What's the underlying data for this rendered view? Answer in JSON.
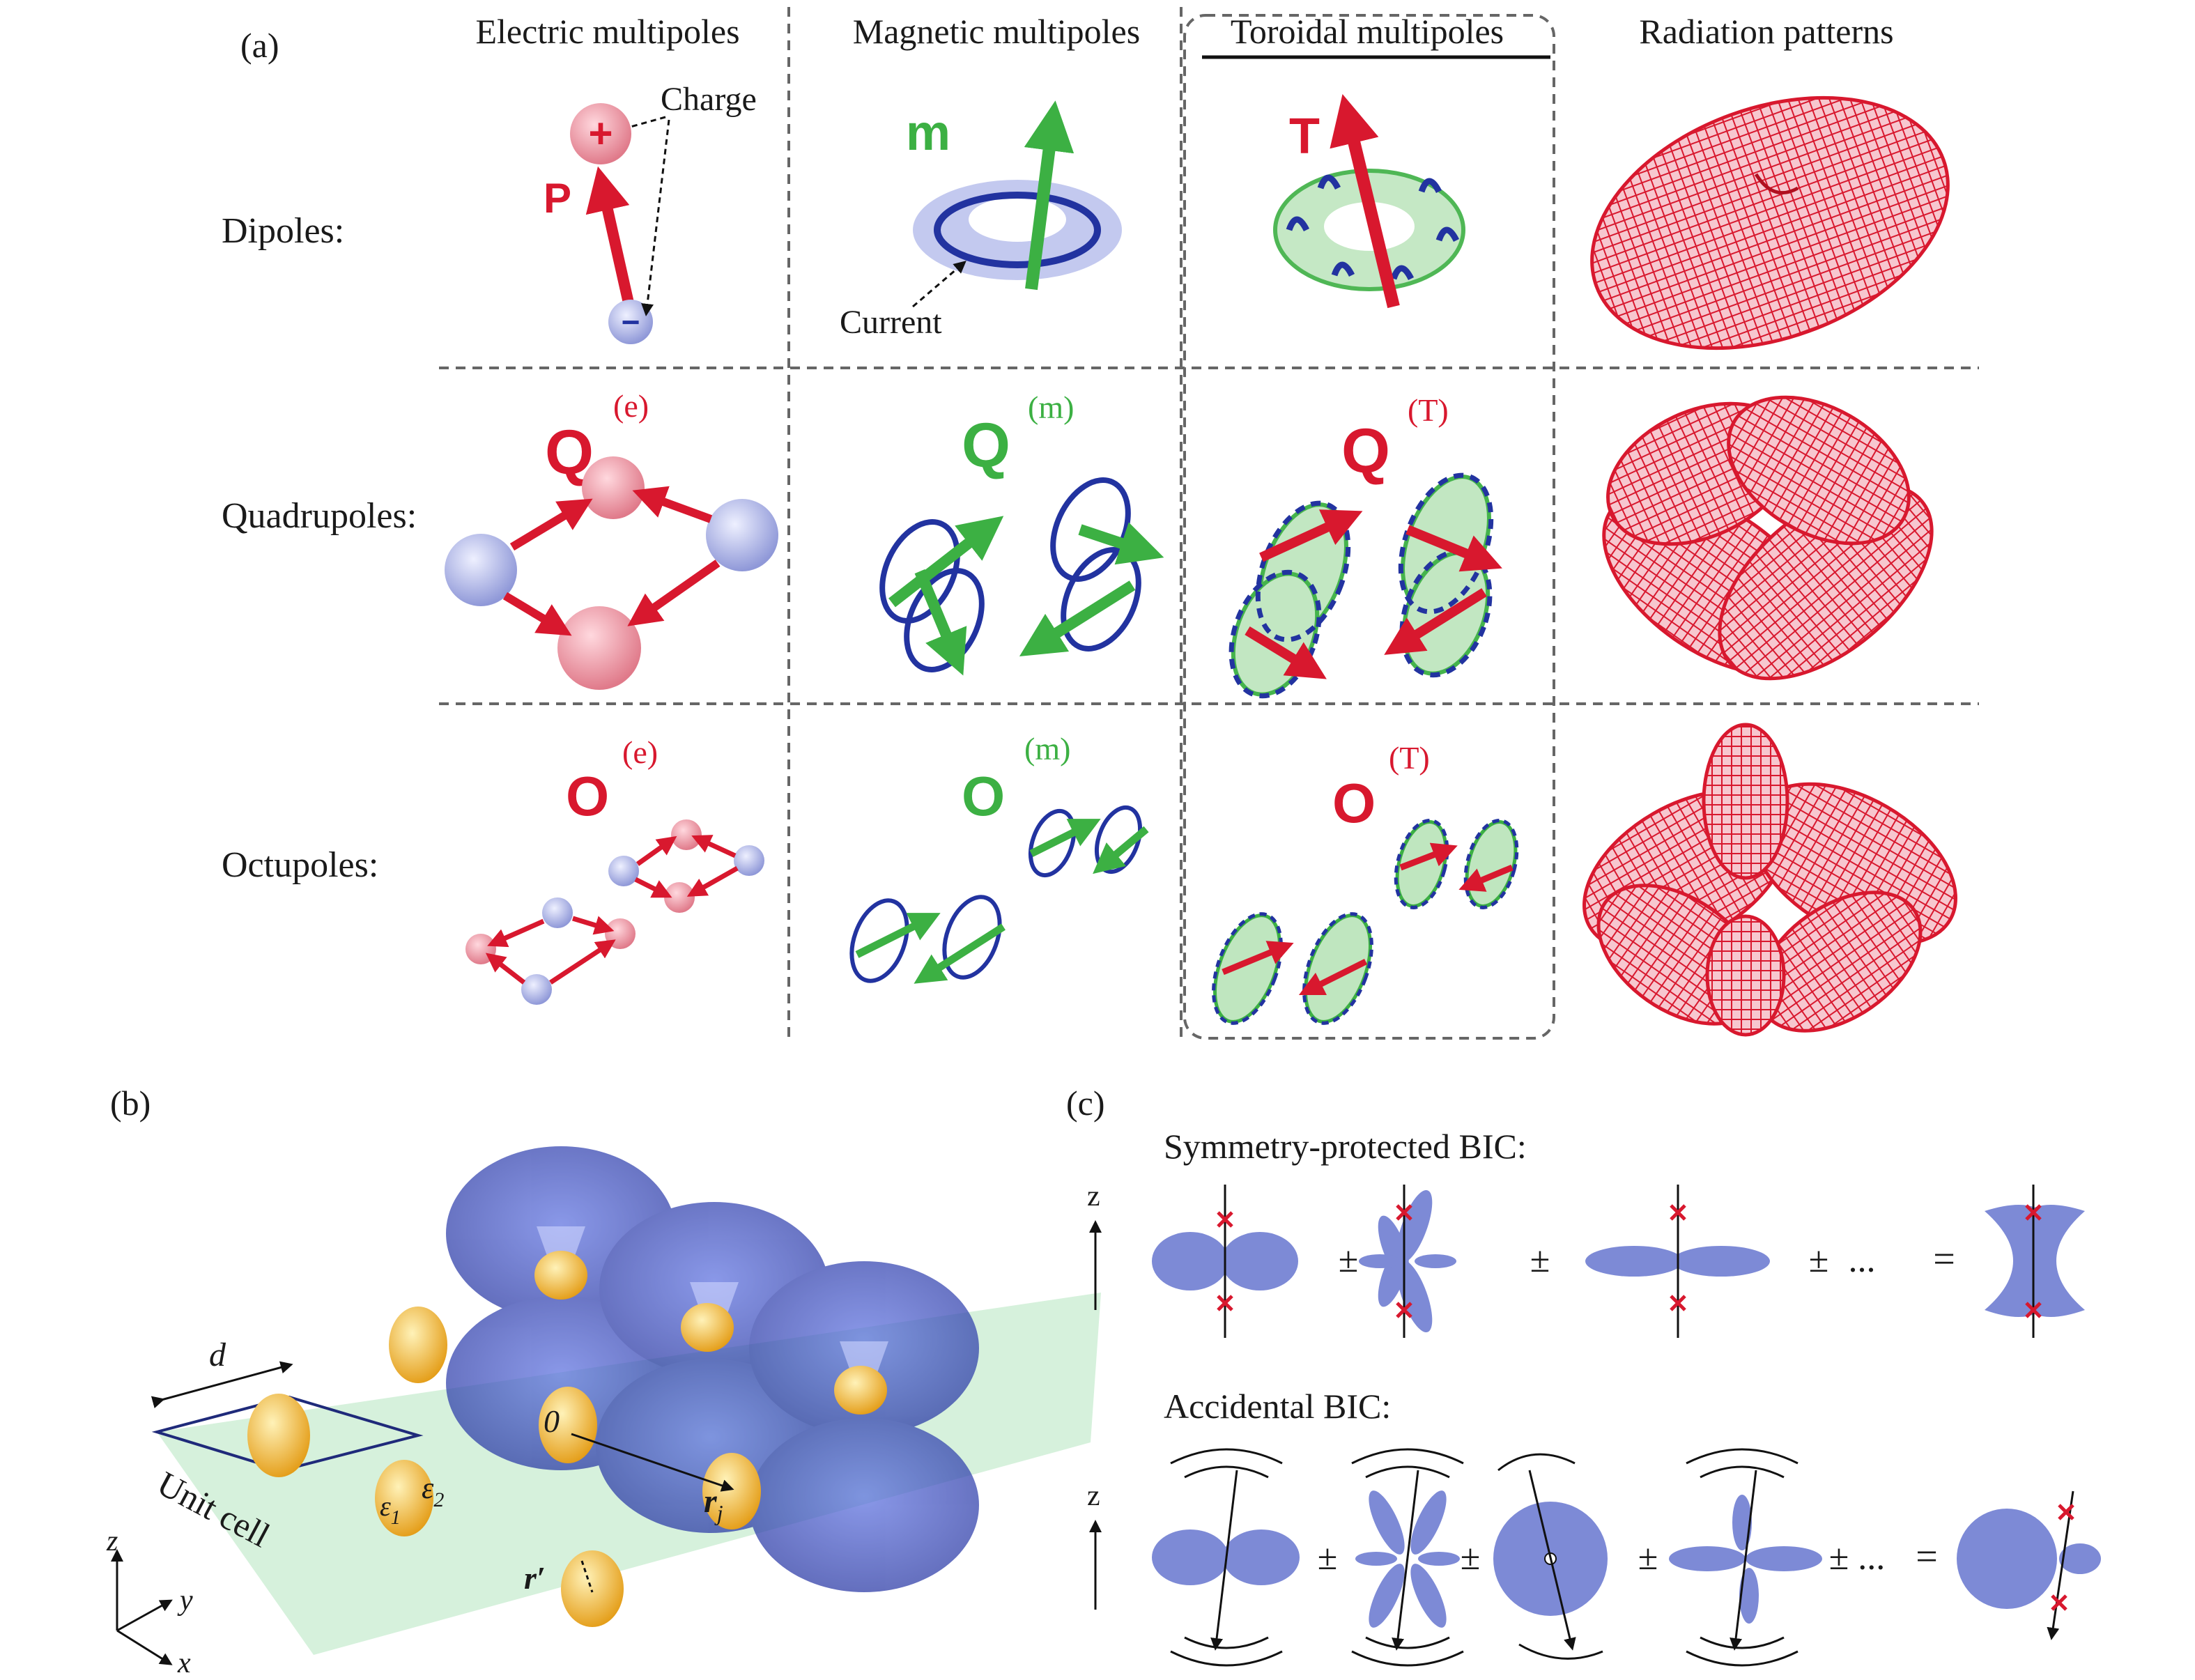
{
  "panel_a": {
    "label": "(a)",
    "columns": [
      "Electric multipoles",
      "Magnetic multipoles",
      "Toroidal multipoles",
      "Radiation patterns"
    ],
    "rows": [
      "Dipoles:",
      "Quadrupoles:",
      "Octupoles:"
    ],
    "annotations": {
      "charge": "Charge",
      "current": "Current"
    },
    "dipole_letters": {
      "electric": "P",
      "magnetic": "m",
      "toroidal": "T"
    },
    "quadrupole": {
      "letter": "Q",
      "electric_sup": "(e)",
      "magnetic_sup": "(m)",
      "toroidal_sup": "(T)"
    },
    "octupole": {
      "letter": "O",
      "electric_sup": "(e)",
      "magnetic_sup": "(m)",
      "toroidal_sup": "(T)"
    },
    "charge_signs": {
      "plus": "+",
      "minus": "−"
    }
  },
  "panel_b": {
    "label": "(b)",
    "d_label": "d",
    "unit_cell": "Unit cell",
    "eps1": "ε",
    "eps1_sub": "1",
    "eps2": "ε",
    "eps2_sub": "2",
    "origin": "0",
    "rj": "r",
    "rj_sub": "j",
    "rprime": "r′",
    "axes": {
      "z": "z",
      "y": "y",
      "x": "x"
    }
  },
  "panel_c": {
    "label": "(c)",
    "symmetry_title": "Symmetry-protected BIC:",
    "accidental_title": "Accidental BIC:",
    "z_label": "z",
    "pm": "±",
    "dots": "...",
    "eq": "=",
    "pm_dots": "± ..."
  },
  "colors": {
    "red": "#d8182e",
    "green": "#3cb043",
    "blue": "#2233a0",
    "lavender": "#7d8ad6",
    "pattern_blue": "#2b3fb8",
    "plane_green": "#cfeed6",
    "particle": "#f2b323"
  }
}
